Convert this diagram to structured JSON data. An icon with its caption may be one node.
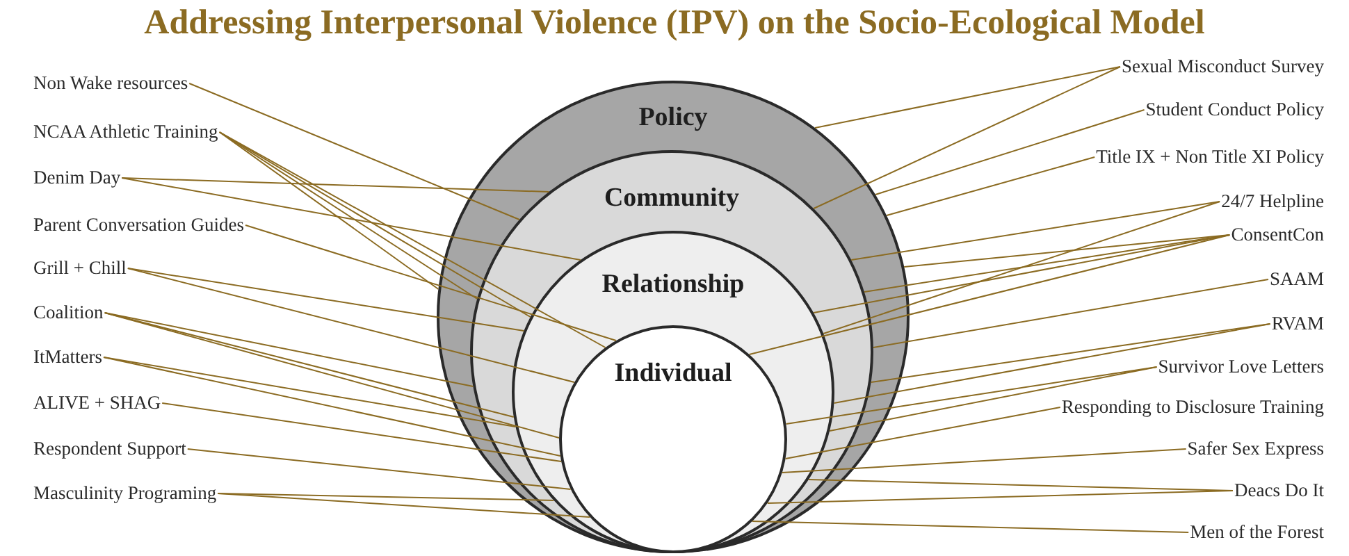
{
  "diagram": {
    "title": "Addressing Interpersonal Violence (IPV) on the Socio-Ecological Model",
    "nodes": [
      {
        "text": [
          "Policy"
        ]
      },
      {
        "text": [
          "Community"
        ],
        "in": 0
      },
      {
        "text": [
          "Relationship"
        ],
        "in": 1
      },
      {
        "text": [
          "Individual"
        ],
        "in": 2
      },
      {
        "text": [
          "Non Wake resources"
        ]
      },
      {
        "text": [
          "NCAA Athletic Training"
        ]
      },
      {
        "text": [
          "Denim Day"
        ]
      },
      {
        "text": [
          "Parent Conversation Guides"
        ]
      },
      {
        "text": [
          "Grill + Chill"
        ]
      },
      {
        "text": [
          "Coalition"
        ]
      },
      {
        "text": [
          "ItMatters"
        ]
      },
      {
        "text": [
          "ALIVE + SHAG"
        ]
      },
      {
        "text": [
          "Respondent Support"
        ]
      },
      {
        "text": [
          "Masculinity Programing"
        ]
      },
      {
        "text": [
          "Sexual Misconduct Survey"
        ]
      },
      {
        "text": [
          "Student Conduct Policy"
        ]
      },
      {
        "text": [
          "Title IX + Non Title XI Policy"
        ]
      },
      {
        "text": [
          "24/7 Helpline"
        ]
      },
      {
        "text": [
          "ConsentCon"
        ]
      },
      {
        "text": [
          "SAAM"
        ]
      },
      {
        "text": [
          "RVAM"
        ]
      },
      {
        "text": [
          "Survivor Love Letters"
        ]
      },
      {
        "text": [
          "Responding to Disclosure Training"
        ]
      },
      {
        "text": [
          "Safer Sex Express"
        ]
      },
      {
        "text": [
          "Deacs Do It"
        ]
      },
      {
        "text": [
          "Men of the Forest"
        ]
      }
    ],
    "edges": [
      {
        "from": 4,
        "to": 1,
        "arrow": "none"
      },
      {
        "from": 5,
        "to": 0,
        "arrow": "none"
      },
      {
        "from": 5,
        "to": 1,
        "arrow": "none"
      },
      {
        "from": 5,
        "to": 2,
        "arrow": "none"
      },
      {
        "from": 5,
        "to": 3,
        "arrow": "none"
      },
      {
        "from": 6,
        "to": 1,
        "arrow": "none"
      },
      {
        "from": 6,
        "to": 2,
        "arrow": "none"
      },
      {
        "from": 7,
        "to": 3,
        "arrow": "none"
      },
      {
        "from": 8,
        "to": 2,
        "arrow": "none"
      },
      {
        "from": 8,
        "to": 3,
        "arrow": "none"
      },
      {
        "from": 9,
        "to": 1,
        "arrow": "none"
      },
      {
        "from": 9,
        "to": 2,
        "arrow": "none"
      },
      {
        "from": 9,
        "to": 3,
        "arrow": "none"
      },
      {
        "from": 10,
        "to": 2,
        "arrow": "none"
      },
      {
        "from": 10,
        "to": 3,
        "arrow": "none"
      },
      {
        "from": 11,
        "to": 3,
        "arrow": "none"
      },
      {
        "from": 12,
        "to": 3,
        "arrow": "none"
      },
      {
        "from": 13,
        "to": 2,
        "arrow": "none"
      },
      {
        "from": 13,
        "to": 3,
        "arrow": "none"
      },
      {
        "from": 14,
        "to": 0,
        "arrow": "none"
      },
      {
        "from": 14,
        "to": 1,
        "arrow": "none"
      },
      {
        "from": 15,
        "to": 0,
        "arrow": "none"
      },
      {
        "from": 16,
        "to": 0,
        "arrow": "none"
      },
      {
        "from": 17,
        "to": 1,
        "arrow": "none"
      },
      {
        "from": 17,
        "to": 2,
        "arrow": "none"
      },
      {
        "from": 18,
        "to": 0,
        "arrow": "none"
      },
      {
        "from": 18,
        "to": 1,
        "arrow": "none"
      },
      {
        "from": 18,
        "to": 2,
        "arrow": "none"
      },
      {
        "from": 18,
        "to": 3,
        "arrow": "none"
      },
      {
        "from": 19,
        "to": 1,
        "arrow": "none"
      },
      {
        "from": 20,
        "to": 1,
        "arrow": "none"
      },
      {
        "from": 20,
        "to": 2,
        "arrow": "none"
      },
      {
        "from": 21,
        "to": 2,
        "arrow": "none"
      },
      {
        "from": 21,
        "to": 3,
        "arrow": "none"
      },
      {
        "from": 22,
        "to": 3,
        "arrow": "none"
      },
      {
        "from": 23,
        "to": 3,
        "arrow": "none"
      },
      {
        "from": 24,
        "to": 2,
        "arrow": "none"
      },
      {
        "from": 24,
        "to": 3,
        "arrow": "none"
      },
      {
        "from": 25,
        "to": 3,
        "arrow": "none"
      }
    ]
  }
}
